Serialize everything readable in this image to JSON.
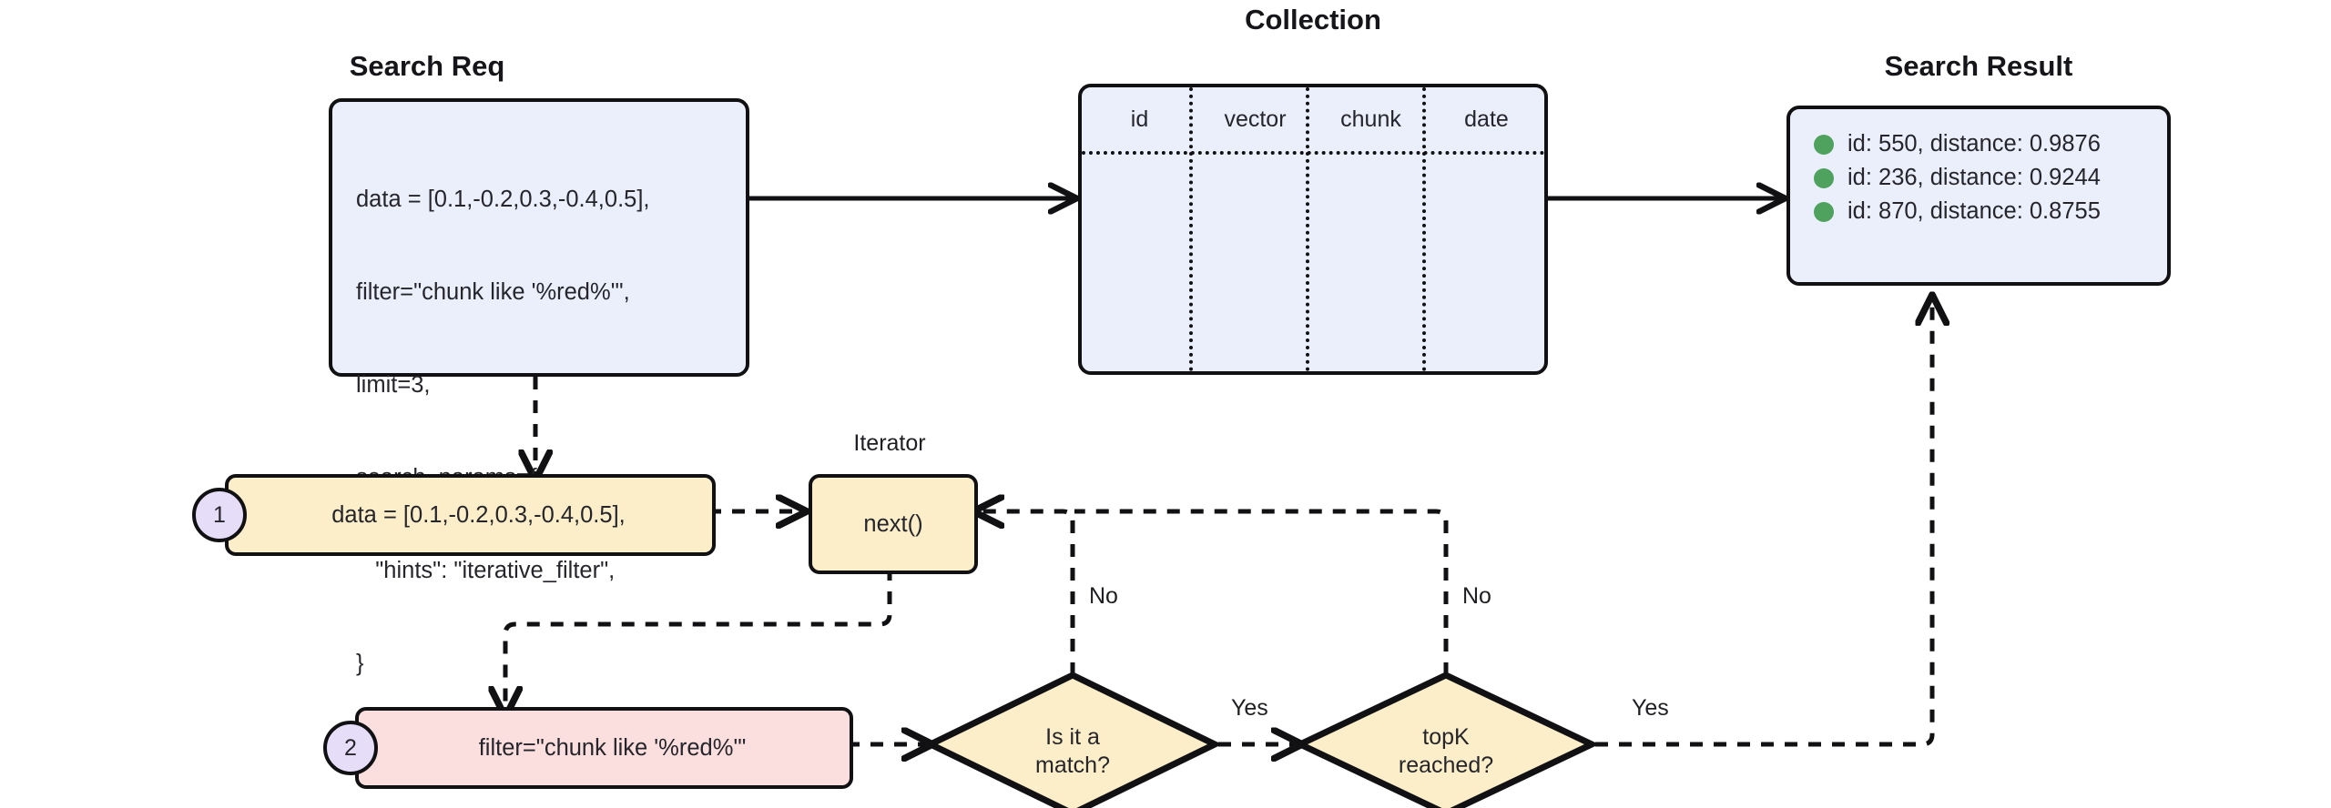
{
  "diagram": {
    "title_search_req": "Search Req",
    "title_collection": "Collection",
    "title_search_result": "Search Result",
    "label_iterator": "Iterator",
    "label_next": "next()",
    "colors": {
      "box_fill": "#eaeffb",
      "pill_yellow": "#fbeec9",
      "pill_pink": "#fbdede",
      "badge_fill": "#e6ddf8",
      "result_dot": "#4ea25d",
      "stroke": "#111114",
      "background": "#ffffff"
    }
  },
  "search_req": {
    "lines": [
      "data = [0.1,-0.2,0.3,-0.4,0.5],",
      "filter=\"chunk like '%red%'\",",
      "limit=3,",
      "search_params={",
      "   \"hints\": \"iterative_filter\",",
      "}"
    ],
    "line_0": "data = [0.1,-0.2,0.3,-0.4,0.5],",
    "line_1": "filter=\"chunk like '%red%'\",",
    "line_2": "limit=3,",
    "line_3": "search_params={",
    "line_4": "   \"hints\": \"iterative_filter\",",
    "line_5": "}"
  },
  "collection": {
    "columns": [
      "id",
      "vector",
      "chunk",
      "date"
    ],
    "col_0": "id",
    "col_1": "vector",
    "col_2": "chunk",
    "col_3": "date",
    "rows": []
  },
  "search_result": {
    "rows": [
      {
        "text": "id: 550, distance: 0.9876",
        "id": "550",
        "distance": "0.9876"
      },
      {
        "text": "id: 236, distance: 0.9244",
        "id": "236",
        "distance": "0.9244"
      },
      {
        "text": "id: 870, distance: 0.8755",
        "id": "870",
        "distance": "0.8755"
      }
    ],
    "row_0": "id: 550, distance: 0.9876",
    "row_1": "id: 236, distance: 0.9244",
    "row_2": "id: 870, distance: 0.8755"
  },
  "steps": [
    {
      "number": "1",
      "text": "data = [0.1,-0.2,0.3,-0.4,0.5],"
    },
    {
      "number": "2",
      "text": "filter=\"chunk like '%red%'\""
    }
  ],
  "step_1": {
    "number": "1",
    "text": "data = [0.1,-0.2,0.3,-0.4,0.5],"
  },
  "step_2": {
    "number": "2",
    "text": "filter=\"chunk like '%red%'\""
  },
  "decisions": [
    {
      "line_1": "Is it a",
      "line_2": "match?"
    },
    {
      "line_1": "topK",
      "line_2": "reached?"
    }
  ],
  "decision_1": {
    "line_1": "Is it a",
    "line_2": "match?"
  },
  "decision_2": {
    "line_1": "topK",
    "line_2": "reached?"
  },
  "edge_labels": {
    "no_1": "No",
    "no_2": "No",
    "yes_1": "Yes",
    "yes_2": "Yes"
  }
}
